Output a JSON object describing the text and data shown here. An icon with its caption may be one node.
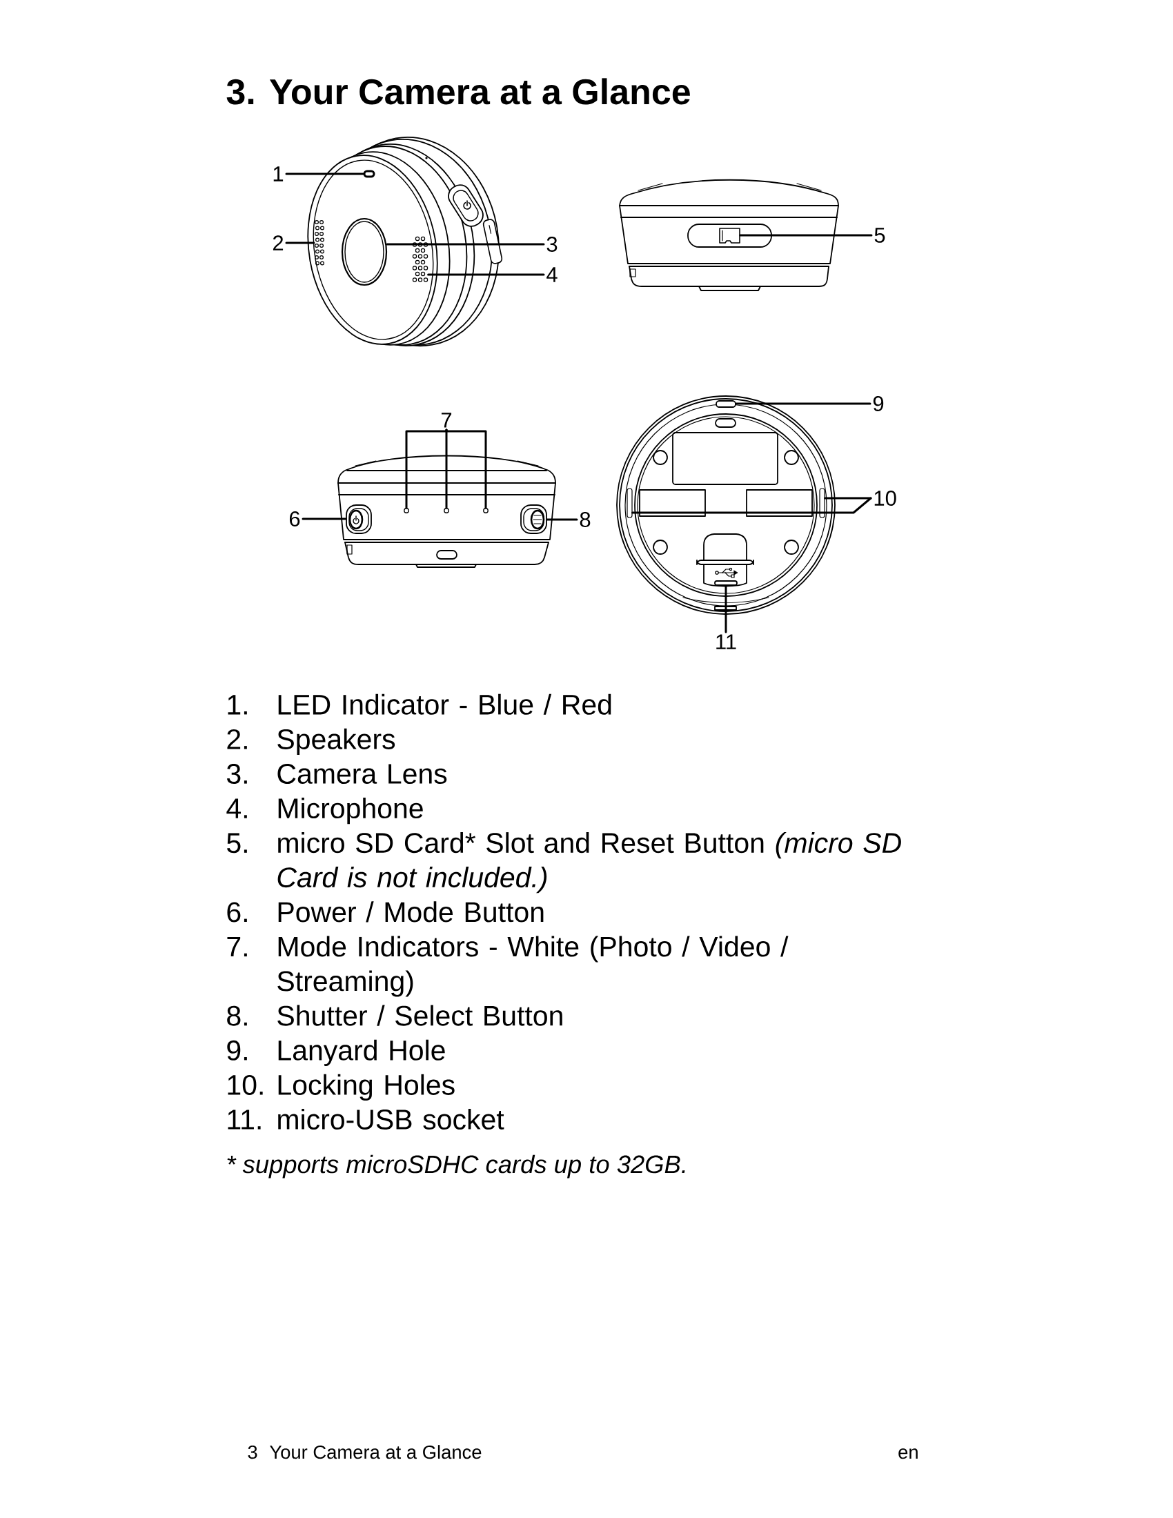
{
  "diagram": {
    "title": "3. Your Camera at a Glance",
    "nodes": [
      {
        "text": [
          "1"
        ]
      },
      {
        "text": [
          "2"
        ]
      },
      {
        "text": [
          "3"
        ]
      },
      {
        "text": [
          "4"
        ]
      },
      {
        "text": [
          "5"
        ]
      },
      {
        "text": [
          "6"
        ]
      },
      {
        "text": [
          "7"
        ]
      },
      {
        "text": [
          "8"
        ]
      },
      {
        "text": [
          "9"
        ]
      },
      {
        "text": [
          "10"
        ]
      },
      {
        "text": [
          "11"
        ]
      },
      {
        "text": [],
        "shape": "box"
      },
      {
        "text": [],
        "shape": "picture"
      },
      {
        "text": [],
        "shape": "circle"
      },
      {
        "text": [],
        "shape": "picture"
      },
      {
        "text": [],
        "shape": "picture"
      },
      {
        "text": [],
        "shape": "picture"
      },
      {
        "text": [],
        "shape": "circle"
      },
      {
        "text": [],
        "shape": "circle"
      },
      {
        "text": [],
        "shape": "circle"
      },
      {
        "text": [],
        "shape": "picture"
      },
      {
        "text": [],
        "shape": "bar"
      },
      {
        "text": [],
        "shape": "bar"
      },
      {
        "text": [],
        "shape": "bar"
      },
      {
        "text": [],
        "shape": "bar"
      }
    ],
    "edges": [
      {
        "from": 0,
        "to": 11,
        "arrow": "none"
      },
      {
        "from": 1,
        "to": 12,
        "arrow": "none"
      },
      {
        "from": 2,
        "to": 13,
        "arrow": "none"
      },
      {
        "from": 3,
        "to": 14,
        "arrow": "none"
      },
      {
        "from": 4,
        "to": 15,
        "arrow": "none"
      },
      {
        "from": 5,
        "to": 16,
        "arrow": "none"
      },
      {
        "from": 6,
        "to": 17,
        "arrow": "none"
      },
      {
        "from": 6,
        "to": 18,
        "arrow": "none"
      },
      {
        "from": 6,
        "to": 19,
        "arrow": "none"
      },
      {
        "from": 7,
        "to": 20,
        "arrow": "none"
      },
      {
        "from": 8,
        "to": 21,
        "arrow": "none"
      },
      {
        "from": 9,
        "to": 22,
        "arrow": "none"
      },
      {
        "from": 9,
        "to": 23,
        "arrow": "none"
      },
      {
        "from": 10,
        "to": 24,
        "arrow": "none"
      }
    ],
    "labels": [
      "1.",
      "LED Indicator - Blue / Red",
      "2.",
      "Speakers",
      "3.",
      "Camera Lens",
      "4.",
      "Microphone",
      "5.",
      "micro SD Card* Slot and Reset Button",
      "(micro SD Card is not included.)",
      "6.",
      "Power / Mode Button",
      "7.",
      "Mode Indicators - White (Photo / Video / Streaming)",
      "8.",
      "Shutter / Select Button",
      "9.",
      "Lanyard Hole",
      "10.",
      "Locking Holes",
      "11.",
      "micro-USB socket",
      "* supports microSDHC cards up to 32GB.",
      "3",
      "Your Camera at a Glance",
      "en"
    ]
  }
}
